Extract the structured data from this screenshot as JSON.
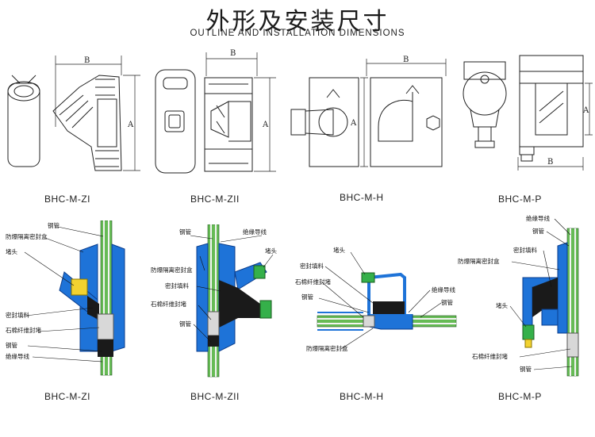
{
  "header": {
    "title": "外形及安装尺寸",
    "subtitle": "OUTLINE AND INSTALLATION DIMENSIONS"
  },
  "dimension_letters": {
    "a": "A",
    "b": "B"
  },
  "outline_models": [
    "BHC-M-ZI",
    "BHC-M-ZII",
    "BHC-M-H",
    "BHC-M-P"
  ],
  "section_models": [
    "BHC-M-ZI",
    "BHC-M-ZII",
    "BHC-M-H",
    "BHC-M-P"
  ],
  "callouts": {
    "zi": [
      "钢管",
      "防爆隔离密封盒",
      "堵头",
      "密封填料",
      "石棉纤维封堵",
      "钢管",
      "绝缘导线"
    ],
    "zii": [
      "钢管",
      "绝缘导线",
      "堵头",
      "防爆隔离密封盒",
      "密封填料",
      "石棉纤维封堵",
      "钢管"
    ],
    "h": [
      "堵头",
      "密封填料",
      "石棉纤维封堵",
      "钢管",
      "绝缘导线",
      "钢管",
      "防爆隔离密封盒"
    ],
    "p": [
      "绝缘导线",
      "钢管",
      "防爆隔离密封盒",
      "密封填料",
      "堵头",
      "石棉纤维封堵",
      "钢管"
    ]
  },
  "colors": {
    "body_blue": "#1e73d8",
    "dark_blue": "#0b3d8c",
    "sealant": "#1a1a1a",
    "plug_green": "#35b04a",
    "plug_yellow": "#f2d230",
    "conduit_green": "#66bb55",
    "asbestos": "#d8d8d8"
  }
}
